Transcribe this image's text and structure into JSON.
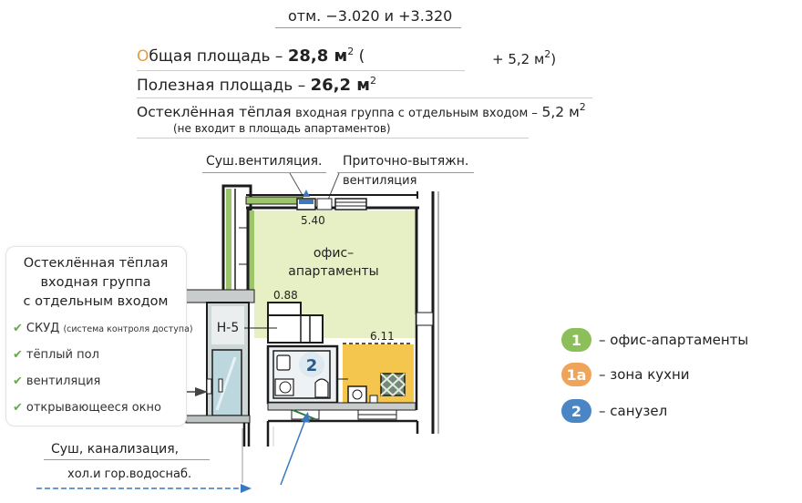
{
  "header": {
    "elevation": "отм. −3.020 и +3.320"
  },
  "areas": {
    "total_label": "бщая площадь –",
    "total_first_letter": "О",
    "total_value": "28,8 м",
    "total_paren_open": "(",
    "total_extra": "+ 5,2 м",
    "total_paren_close": ")",
    "useful_label": "Полезная площадь –",
    "useful_value": "26,2 м",
    "vestibule_bold": "Остеклённая тёплая",
    "vestibule_rest": "входная группа с отдельным входом –",
    "vestibule_value": "5,2 м",
    "vestibule_note": "(не входит в площадь апартаментов)",
    "sq": "2"
  },
  "plan_labels": {
    "dry_vent": "Суш.вентиляция.",
    "supply_exhaust_1": "Приточно-вытяжн.",
    "supply_exhaust_2": "вентиляция",
    "room_name_1": "офис–",
    "room_name_2": "апартаменты",
    "dim_top": "5.40",
    "dim_left": "0.88",
    "dim_kitchen": "6.11",
    "bath_badge": "2",
    "shaft": "Н-5"
  },
  "callout": {
    "title": [
      "Остеклённая тёплая",
      "входная группа",
      "с отдельным входом"
    ],
    "check_icon": "checkmark-icon",
    "items": [
      {
        "text": "СКУД",
        "note": "(система контроля доступа)"
      },
      {
        "text": "тёплый пол",
        "note": ""
      },
      {
        "text": "вентиляция",
        "note": ""
      },
      {
        "text": "открывающееся окно",
        "note": ""
      }
    ]
  },
  "bottom_labels": {
    "line1": "Суш, канализация,",
    "line2": "хол.и гор.водоснаб."
  },
  "legend": [
    {
      "badge": "1",
      "label": "– офис-апартаменты",
      "color": "#8cbf5a"
    },
    {
      "badge": "1а",
      "label": "– зона кухни",
      "color": "#f0a35a"
    },
    {
      "badge": "2",
      "label": "– санузел",
      "color": "#4a86c5"
    }
  ],
  "colors": {
    "office": "#e6f0c4",
    "kitchen": "#f5c64e",
    "bath": "#eef2f4",
    "vent_green": "#9cc46a",
    "arrow_blue": "#3a78c0",
    "wall": "#1c1c1c"
  }
}
